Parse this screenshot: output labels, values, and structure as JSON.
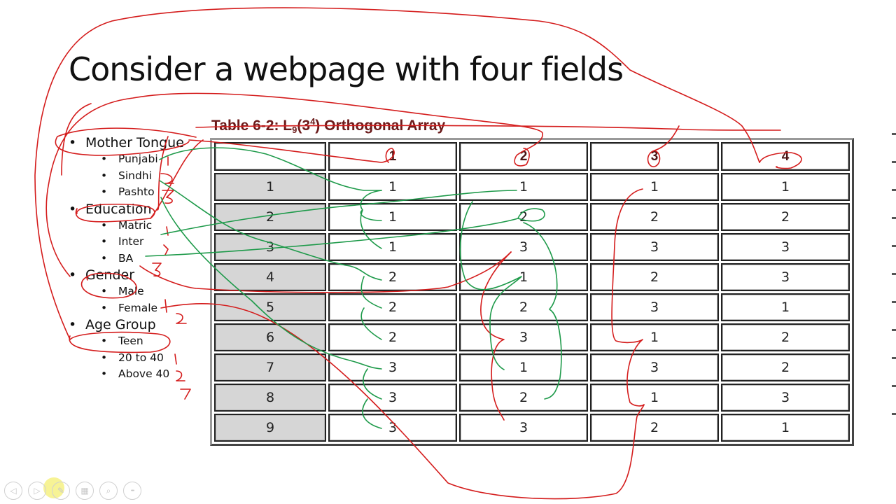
{
  "slide": {
    "title": "Consider a webpage with four fields",
    "fields": [
      {
        "name": "Mother Tongue",
        "options": [
          {
            "label": "Punjabi",
            "level": "1"
          },
          {
            "label": "Sindhi",
            "level": "2"
          },
          {
            "label": "Pashto",
            "level": "3"
          }
        ]
      },
      {
        "name": "Education",
        "options": [
          {
            "label": "Matric",
            "level": "1"
          },
          {
            "label": "Inter",
            "level": "1"
          },
          {
            "label": "BA",
            "level": "3"
          }
        ]
      },
      {
        "name": "Gender",
        "options": [
          {
            "label": "Male",
            "level": "1"
          },
          {
            "label": "Female",
            "level": "2"
          }
        ]
      },
      {
        "name": "Age Group",
        "options": [
          {
            "label": "Teen",
            "level": "1"
          },
          {
            "label": "20 to 40",
            "level": "2"
          },
          {
            "label": "Above 40",
            "level": "3"
          }
        ]
      }
    ],
    "table": {
      "caption_prefix": "Table 6-2: L",
      "caption_sub": "9",
      "caption_base": "(3",
      "caption_sup": "4",
      "caption_suffix": ") Orthogonal Array",
      "headers": [
        "",
        "1",
        "2",
        "3",
        "4"
      ],
      "rows": [
        [
          "1",
          "1",
          "1",
          "1",
          "1"
        ],
        [
          "2",
          "1",
          "2",
          "2",
          "2"
        ],
        [
          "3",
          "1",
          "3",
          "3",
          "3"
        ],
        [
          "4",
          "2",
          "1",
          "2",
          "3"
        ],
        [
          "5",
          "2",
          "2",
          "3",
          "1"
        ],
        [
          "6",
          "2",
          "3",
          "1",
          "2"
        ],
        [
          "7",
          "3",
          "1",
          "3",
          "2"
        ],
        [
          "8",
          "3",
          "2",
          "1",
          "3"
        ],
        [
          "9",
          "3",
          "3",
          "2",
          "1"
        ]
      ]
    }
  },
  "annotation_colors": {
    "red": "#d41c1c",
    "green": "#1e9a4a"
  },
  "toolbar": {
    "buttons": [
      {
        "name": "previous-slide",
        "glyph": "◁"
      },
      {
        "name": "next-slide",
        "glyph": "▷"
      },
      {
        "name": "pen",
        "glyph": "✎"
      },
      {
        "name": "slide-sorter",
        "glyph": "▦"
      },
      {
        "name": "zoom",
        "glyph": "⌕"
      },
      {
        "name": "more",
        "glyph": "•••"
      }
    ]
  }
}
